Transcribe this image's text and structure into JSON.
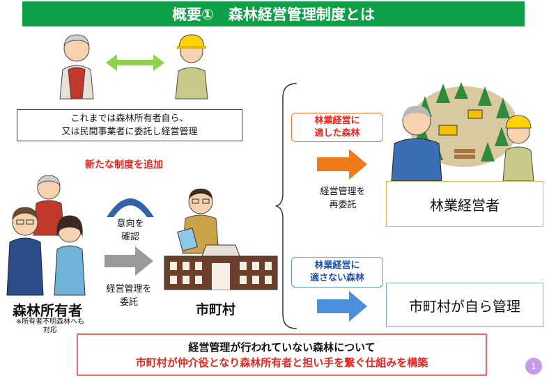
{
  "title": "概要①　森林経営管理制度とは",
  "previous": {
    "line1": "これまでは森林所有者自ら、",
    "line2": "又は民間事業者に委託し経営管理"
  },
  "new_system_label": "新たな制度を追加",
  "consent": {
    "line1": "意向を",
    "line2": "確認"
  },
  "entrust": {
    "line1": "経営管理を",
    "line2": "委託"
  },
  "owner": {
    "label": "森林所有者",
    "note1": "※所有者不明森林へも",
    "note2": "対応"
  },
  "municipality": {
    "label": "市町村"
  },
  "suitable": {
    "line1": "林業経営に",
    "line2": "適した森林"
  },
  "re_entrust": {
    "line1": "経営管理を",
    "line2": "再委託"
  },
  "forestry_operator": "林業経営者",
  "unsuitable": {
    "line1": "林業経営に",
    "line2": "適さない森林"
  },
  "self_manage": "市町村が自ら管理",
  "bottom": {
    "line1_a": "経営管理が行われていない森林",
    "line1_b": "について",
    "line2": "市町村が仲介役となり森林所有者と担い手を繋ぐ仕組みを構築"
  },
  "page_number": "1",
  "colors": {
    "title_bg": "#10a04a",
    "arrow_orange": "#f07a1a",
    "arrow_blue": "#4a8fd8",
    "arrow_gray": "#9a9a9a",
    "arrow_green": "#8cd24a",
    "accent_red": "#e6261f"
  }
}
